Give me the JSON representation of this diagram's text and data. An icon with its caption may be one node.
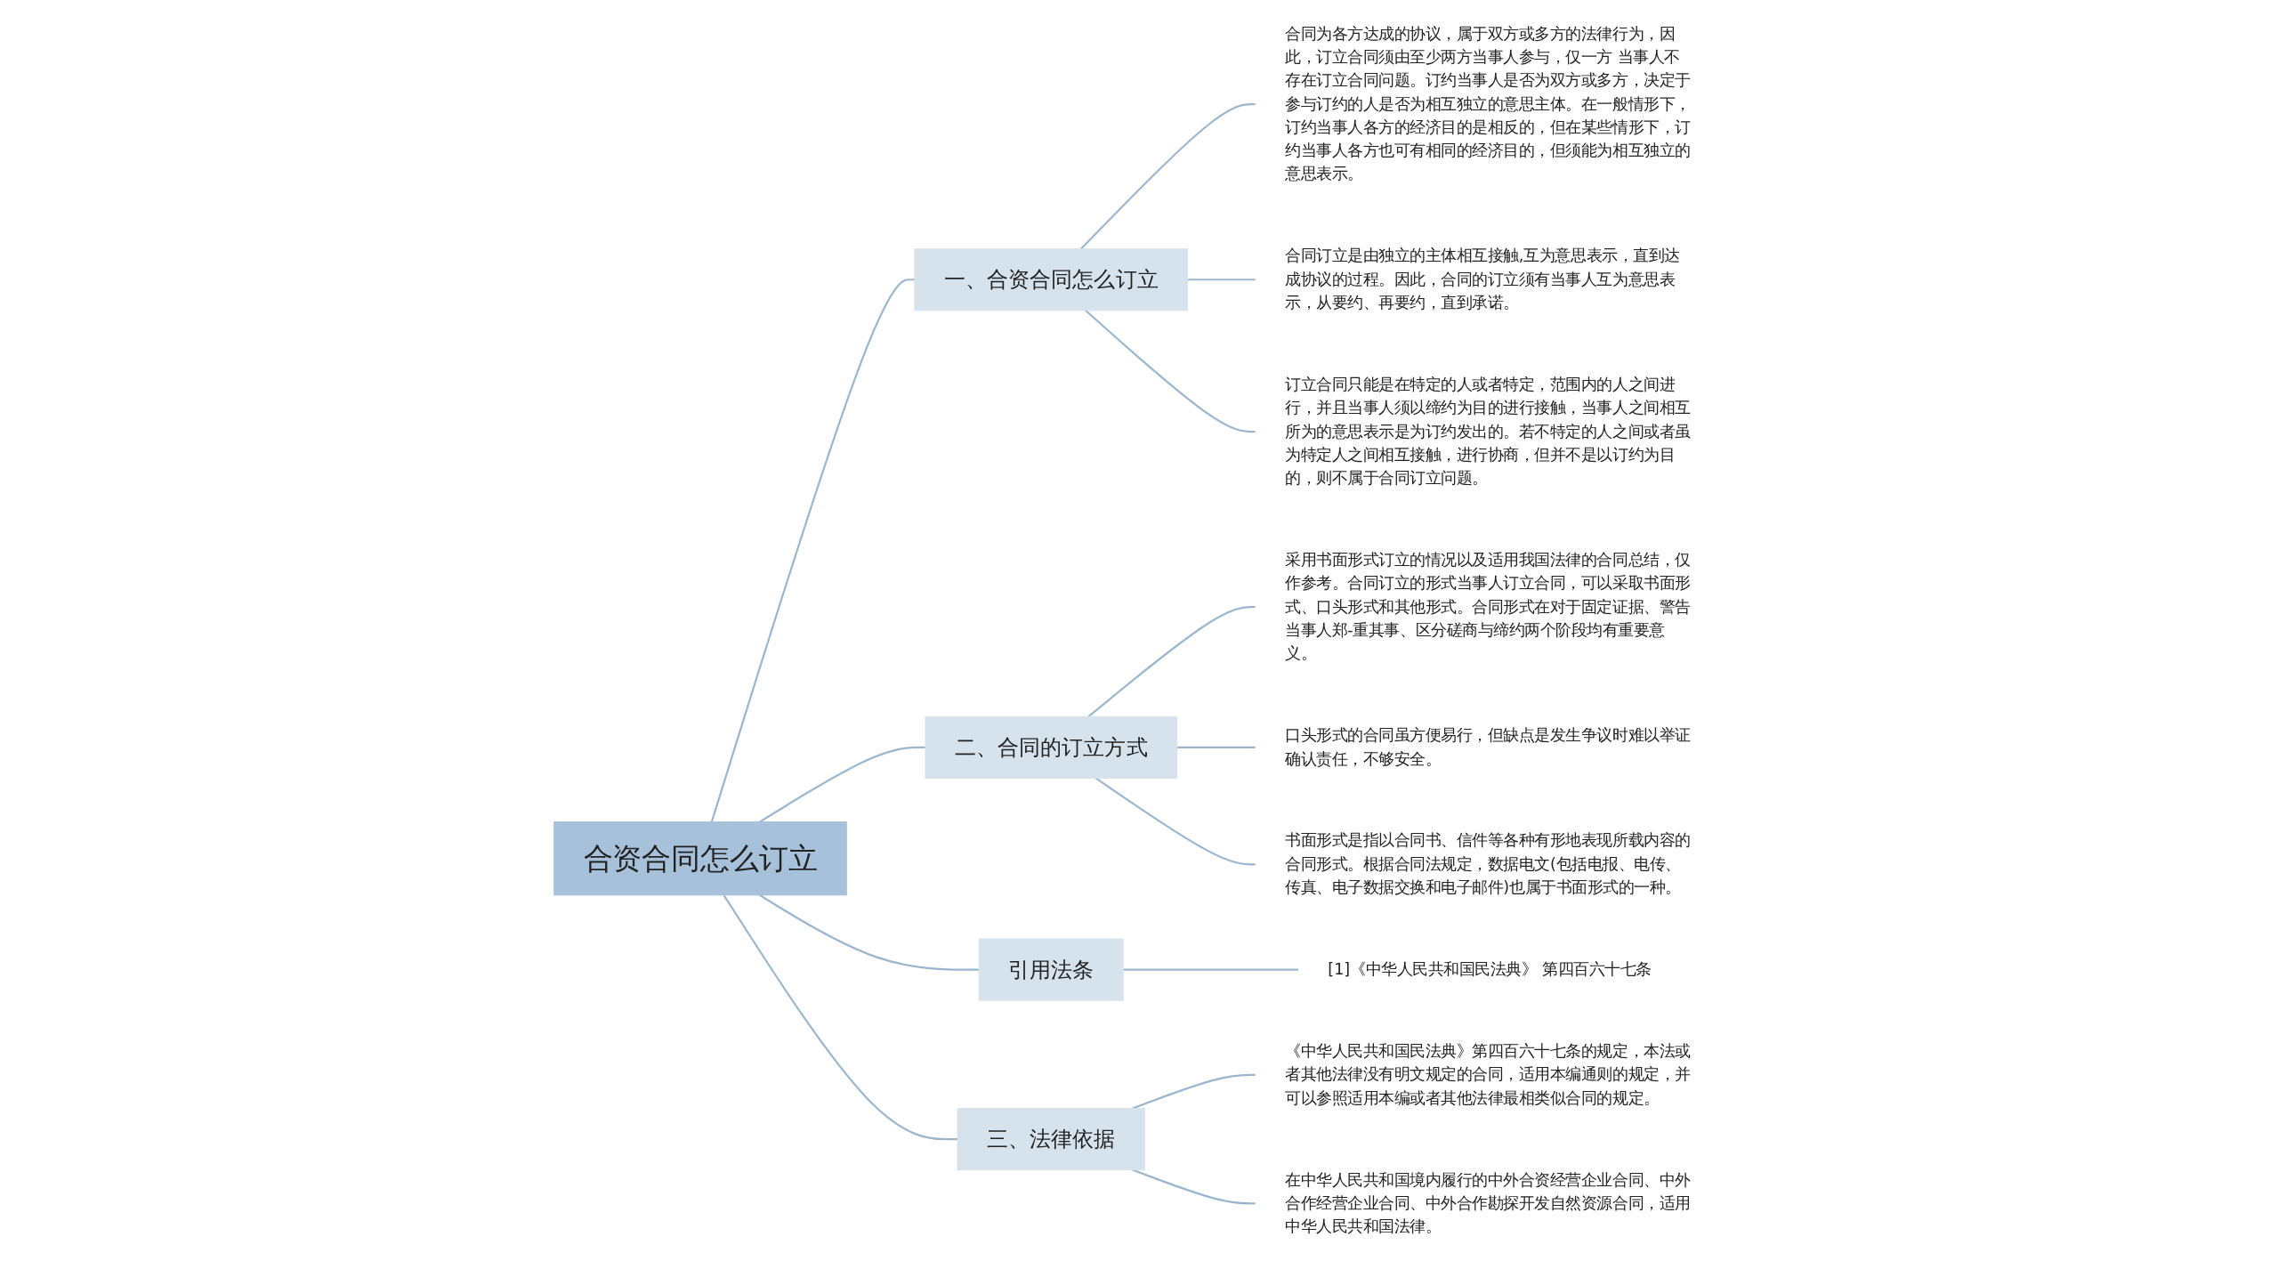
{
  "diagram": {
    "nodes": [
      {
        "text": [
          "合资合同怎么订立"
        ]
      },
      {
        "text": [
          "一、合资合同怎么订立"
        ]
      },
      {
        "text": [
          "合同为各方达成的协议，属于双方或多方的法律行为，因此，订立合同须由至少两方当事人参与，仅一方 当事人不存在订立合同问题。订约当事人是否为双方或多方，决定于参与订约的人是否为相互独立的意思主体。在一般情形下，订约当事人各方的经济目的是相反的，但在某些情形下，订约当事人各方也可有相同的经济目的，但须能为相互独立的意思表示。"
        ]
      },
      {
        "text": [
          "合同订立是由独立的主体相互接触,互为意思表示，直到达成协议的过程。因此，合同的订立须有当事人互为意思表示，从要约、再要约，直到承诺。"
        ]
      },
      {
        "text": [
          "订立合同只能是在特定的人或者特定，范围内的人之间进行，并且当事人须以缔约为目的进行接触，当事人之间相互所为的意思表示是为订约发出的。若不特定的人之间或者虽为特定人之间相互接触，进行协商，但并不是以订约为目的，则不属于合同订立问题。"
        ]
      },
      {
        "text": [
          "二、合同的订立方式"
        ]
      },
      {
        "text": [
          "采用书面形式订立的情况以及适用我国法律的合同总结，仅作参考。合同订立的形式当事人订立合同，可以采取书面形式、口头形式和其他形式。合同形式在对于固定证据、警告当事人郑-重其事、区分磋商与缔约两个阶段均有重要意义。"
        ]
      },
      {
        "text": [
          "口头形式的合同虽方便易行，但缺点是发生争议时难以举证确认责任，不够安全。"
        ]
      },
      {
        "text": [
          "书面形式是指以合同书、信件等各种有形地表现所载内容的合同形式。根据合同法规定，数据电文(包括电报、电传、传真、电子数据交换和电子邮件)也属于书面形式的一种。"
        ]
      },
      {
        "text": [
          "引用法条"
        ]
      },
      {
        "text": [
          "[1]《中华人民共和国民法典》 第四百六十七条"
        ]
      },
      {
        "text": [
          "三、法律依据"
        ]
      },
      {
        "text": [
          "《中华人民共和国民法典》第四百六十七条的规定，本法或者其他法律没有明文规定的合同，适用本编通则的规定，并可以参照适用本编或者其他法律最相类似合同的规定。"
        ]
      },
      {
        "text": [
          "在中华人民共和国境内履行的中外合资经营企业合同、中外合作经营企业合同、中外合作勘探开发自然资源合同，适用中华人民共和国法律。"
        ]
      }
    ],
    "edges": [
      {
        "from": 0,
        "to": 1,
        "arrow": "none"
      },
      {
        "from": 1,
        "to": 2,
        "arrow": "none"
      },
      {
        "from": 1,
        "to": 3,
        "arrow": "none"
      },
      {
        "from": 1,
        "to": 4,
        "arrow": "none"
      },
      {
        "from": 0,
        "to": 5,
        "arrow": "none"
      },
      {
        "from": 5,
        "to": 6,
        "arrow": "none"
      },
      {
        "from": 5,
        "to": 7,
        "arrow": "none"
      },
      {
        "from": 5,
        "to": 8,
        "arrow": "none"
      },
      {
        "from": 0,
        "to": 9,
        "arrow": "none"
      },
      {
        "from": 9,
        "to": 10,
        "arrow": "none"
      },
      {
        "from": 0,
        "to": 11,
        "arrow": "none"
      },
      {
        "from": 11,
        "to": 12,
        "arrow": "none"
      },
      {
        "from": 11,
        "to": 13,
        "arrow": "none"
      }
    ]
  }
}
